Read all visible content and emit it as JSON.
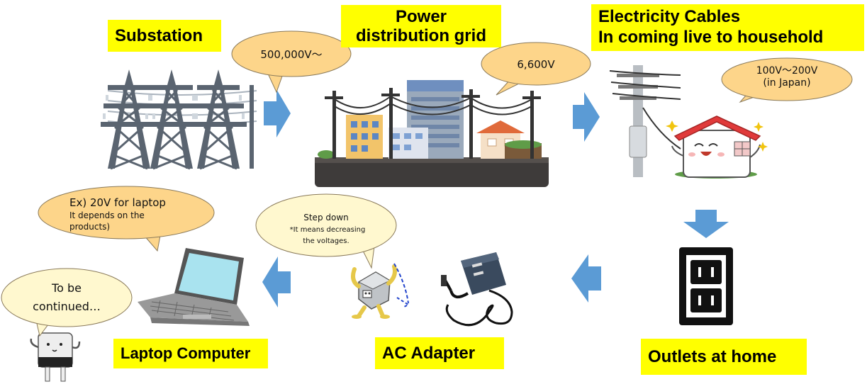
{
  "labels": {
    "substation": "Substation",
    "grid_line1": "Power",
    "grid_line2": "distribution grid",
    "cables_line1": "Electricity Cables",
    "cables_line2": "In coming live to household",
    "outlets": "Outlets at home",
    "adapter": "AC Adapter",
    "laptop": "Laptop Computer"
  },
  "bubbles": {
    "substation_voltage": "500,000V～",
    "grid_voltage": "6,600V",
    "home_voltage_line1": "100V～200V",
    "home_voltage_line2": "(in Japan)",
    "step_down_line1": "Step down",
    "step_down_line2": "*It  means decreasing",
    "step_down_line3": "the voltages.",
    "laptop_line1": "Ex) 20V for laptop",
    "laptop_line2": "It depends on the",
    "laptop_line3": "products)",
    "continued_line1": "To be",
    "continued_line2": "continued…"
  },
  "colors": {
    "label_bg": "#ffff00",
    "bubble_fill": "#fdd58a",
    "bubble_fill_light": "#fff8cf",
    "arrow": "#5b9bd5",
    "tower": "#5a6470"
  },
  "icons": [
    "tower-icon",
    "city-icon",
    "utility-pole-icon",
    "house-icon",
    "outlet-icon",
    "ac-adapter-icon",
    "transformer-character-icon",
    "laptop-icon",
    "plug-character-icon"
  ]
}
